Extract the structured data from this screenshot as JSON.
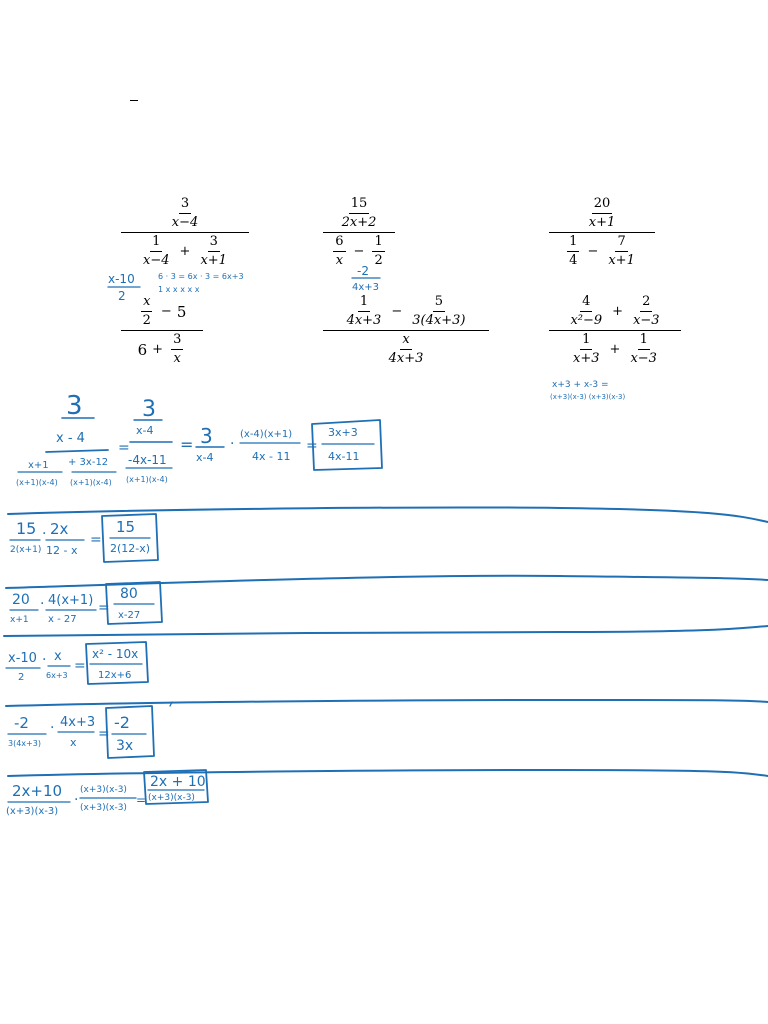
{
  "problems": {
    "p1": {
      "top_num": "3",
      "top_den": "x−4",
      "b1_num": "1",
      "b1_den": "x−4",
      "op": "+",
      "b2_num": "3",
      "b2_den": "x+1"
    },
    "p2": {
      "top_num": "15",
      "top_den": "2x+2",
      "b1_num": "6",
      "b1_den": "x",
      "op": "−",
      "b2_num": "1",
      "b2_den": "2"
    },
    "p3": {
      "top_num": "20",
      "top_den": "x+1",
      "b1_num": "1",
      "b1_den": "4",
      "op": "−",
      "b2_num": "7",
      "b2_den": "x+1"
    },
    "p4": {
      "a_num": "x",
      "a_den": "2",
      "op": "−",
      "a_tail": "5",
      "b_lead": "6",
      "op2": "+",
      "b_num": "3",
      "b_den": "x"
    },
    "p5": {
      "a1_num": "1",
      "a1_den": "4x+3",
      "op": "−",
      "a2_num": "5",
      "a2_den": "3(4x+3)",
      "b_num": "x",
      "b_den": "4x+3"
    },
    "p6": {
      "a1_num": "4",
      "a1_den": "x²−9",
      "op": "+",
      "a2_num": "2",
      "a2_den": "x−3",
      "b1_num": "1",
      "b1_den": "x+3",
      "op2": "+",
      "b2_num": "1",
      "b2_den": "x−3"
    }
  },
  "handwriting": {
    "note_p1a": "x-10",
    "note_p1b": "2",
    "note_p1c": "6 · 3 = 6x · 3 = 6x+3",
    "note_p1d": "1   x    x   x   x   x",
    "note_p2a": "-2",
    "note_p2b": "4x+3",
    "note_p6": "x+3 + x-3 =",
    "note_p6b": "(x+3)(x-3)  (x+3)(x-3)",
    "w1_top": "3",
    "w1_topden": "x - 4",
    "w1_n1": "x+1",
    "w1_d1": "(x+1)(x-4)",
    "w1_n2": "+ 3x-12",
    "w1_d2": "(x+1)(x-4)",
    "w1_eq1": "3",
    "w1_eq1d": "x-4",
    "w1_eq2": "-4x-11",
    "w1_eq2d": "(x+1)(x-4)",
    "w1_eq3": "3",
    "w1_eq3d": "x-4",
    "w1_eq4": "(x-4)(x+1)",
    "w1_eq4d": "4x - 11",
    "w1_ans": "3x+3",
    "w1_ansd": "4x-11",
    "w2_a": "15",
    "w2_ad": "2(x+1)",
    "w2_b": "2x",
    "w2_bd": "12 - x",
    "w2_ans": "15",
    "w2_ansd": "2(12-x)",
    "w3_a": "20",
    "w3_ad": "x+1",
    "w3_b": "4(x+1)",
    "w3_bd": "x - 27",
    "w3_ans": "80",
    "w3_ansd": "x-27",
    "w4_a": "x-10",
    "w4_ad": "2",
    "w4_b": "x",
    "w4_bd": "6x+3",
    "w4_ans": "x² - 10x",
    "w4_ansd": "12x+6",
    "w5_a": "-2",
    "w5_ad": "3(4x+3)",
    "w5_b": "4x+3",
    "w5_bd": "x",
    "w5_ans": "-2",
    "w5_ansd": "3x",
    "w6_a": "2x+10",
    "w6_ad": "(x+3)(x-3)",
    "w6_b": "(x+3)(x-3)",
    "w6_bd": "(x+3)(x-3)",
    "w6_ans": "2x + 10",
    "w6_ansd": "(x+3)(x-3)"
  },
  "colors": {
    "ink": "#1f6fb5",
    "text": "#000000"
  }
}
